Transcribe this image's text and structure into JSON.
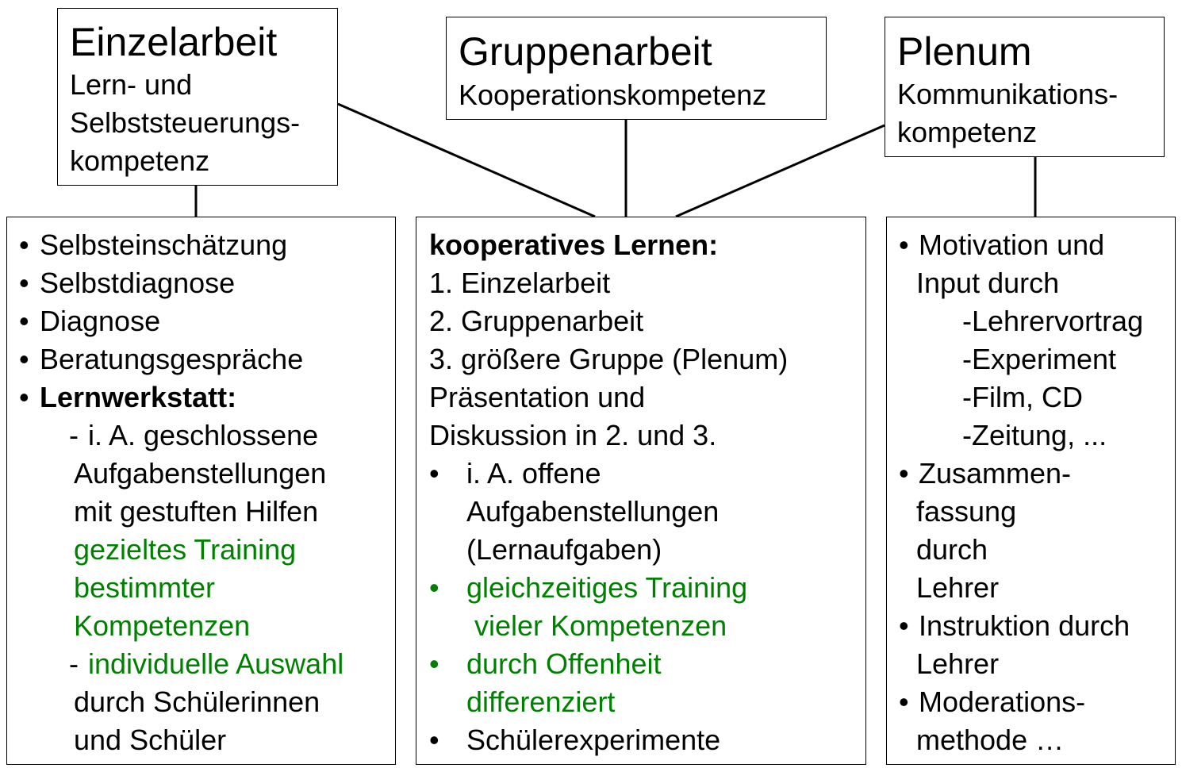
{
  "colors": {
    "text": "#000000",
    "highlight": "#008000"
  },
  "top_boxes": {
    "einzel": {
      "title": "Einzelarbeit",
      "sub": [
        "Lern- und",
        "Selbststeuerungs-",
        "kompetenz"
      ]
    },
    "gruppe": {
      "title": "Gruppenarbeit",
      "sub": [
        "Kooperationskompetenz"
      ]
    },
    "plenum": {
      "title": "Plenum",
      "sub": [
        "Kommunikations-",
        "kompetenz"
      ]
    }
  },
  "columns": {
    "left": [
      {
        "type": "bullet",
        "text": "Selbsteinschätzung"
      },
      {
        "type": "bullet",
        "text": "Selbstdiagnose"
      },
      {
        "type": "bullet",
        "text": "Diagnose"
      },
      {
        "type": "bullet",
        "text": "Beratungsgespräche"
      },
      {
        "type": "bullet",
        "text": "Lernwerkstatt:",
        "bold": true
      },
      {
        "type": "dash",
        "text": "i. A. geschlossene"
      },
      {
        "type": "cont",
        "text": "Aufgabenstellungen"
      },
      {
        "type": "cont",
        "text": "mit gestuften Hilfen"
      },
      {
        "type": "cont",
        "text": "gezieltes Training",
        "green": true
      },
      {
        "type": "cont",
        "text": "bestimmter",
        "green": true
      },
      {
        "type": "cont",
        "text": "Kompetenzen",
        "green": true
      },
      {
        "type": "dash",
        "text": "individuelle Auswahl",
        "green": true
      },
      {
        "type": "cont",
        "text": "durch Schülerinnen"
      },
      {
        "type": "cont",
        "text": "und Schüler"
      }
    ],
    "middle": [
      {
        "type": "plain",
        "text": "kooperatives Lernen:",
        "bold": true
      },
      {
        "type": "plain",
        "text": "1. Einzelarbeit"
      },
      {
        "type": "plain",
        "text": "2. Gruppenarbeit"
      },
      {
        "type": "plain",
        "text": "3. größere Gruppe (Plenum)"
      },
      {
        "type": "plain",
        "text": "Präsentation und"
      },
      {
        "type": "plain",
        "text": "Diskussion in 2. und 3."
      },
      {
        "type": "bullet",
        "text": "i. A. offene"
      },
      {
        "type": "cont",
        "text": "Aufgabenstellungen"
      },
      {
        "type": "cont",
        "text": "(Lernaufgaben)"
      },
      {
        "type": "bullet",
        "text": "gleichzeitiges Training",
        "green": true
      },
      {
        "type": "cont",
        "text": " vieler Kompetenzen",
        "green": true
      },
      {
        "type": "bullet",
        "text": "durch Offenheit",
        "green": true
      },
      {
        "type": "cont",
        "text": "differenziert",
        "green": true
      },
      {
        "type": "bullet",
        "text": "Schülerexperimente"
      }
    ],
    "right": [
      {
        "type": "bullet",
        "text": "Motivation und"
      },
      {
        "type": "cont",
        "text": "Input durch"
      },
      {
        "type": "dash",
        "text": "-Lehrervortrag"
      },
      {
        "type": "dash",
        "text": "-Experiment"
      },
      {
        "type": "dash",
        "text": "-Film, CD"
      },
      {
        "type": "dash",
        "text": "-Zeitung, ..."
      },
      {
        "type": "bullet",
        "text": "Zusammen-"
      },
      {
        "type": "cont",
        "text": "fassung"
      },
      {
        "type": "cont",
        "text": "durch"
      },
      {
        "type": "cont",
        "text": "Lehrer"
      },
      {
        "type": "bullet",
        "text": "Instruktion durch"
      },
      {
        "type": "cont",
        "text": "Lehrer"
      },
      {
        "type": "bullet",
        "text": "Moderations-"
      },
      {
        "type": "cont",
        "text": "methode …"
      }
    ]
  },
  "markers": {
    "bullet": "•",
    "dash": "-"
  }
}
